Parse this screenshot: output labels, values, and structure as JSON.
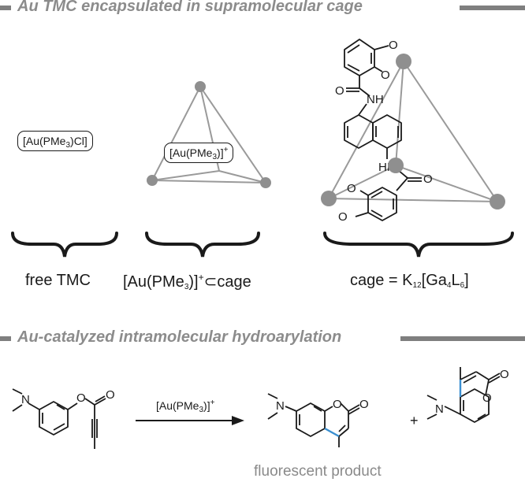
{
  "header": {
    "title": "Au TMC encapsulated in supramolecular cage"
  },
  "panels": {
    "free": {
      "box_label_parts": [
        "[Au(PMe",
        "3",
        ")Cl]"
      ],
      "caption": "free TMC"
    },
    "encapsulated": {
      "box_label_parts": [
        "[Au(PMe",
        "3",
        ")]",
        "+"
      ],
      "caption_parts": [
        "[Au(PMe",
        "3",
        ")]",
        "+",
        "⊂cage"
      ]
    },
    "cage": {
      "caption_parts": [
        "cage = K",
        "12",
        "[Ga",
        "4",
        "L",
        "6",
        "]"
      ],
      "atoms": {
        "O": "O",
        "NH": "NH",
        "HN": "HN"
      }
    }
  },
  "reaction_section": {
    "title": "Au-catalyzed intramolecular hydroarylation",
    "catalyst_parts": [
      "[Au(PMe",
      "3",
      ")]",
      "+"
    ],
    "atoms": {
      "N": "N",
      "O": "O"
    },
    "plus": "+",
    "product_caption": "fluorescent product"
  },
  "colors": {
    "section_gray": "#8c8c8c",
    "cage_edge": "#9a9a9a",
    "vertex": "#8f8f8f",
    "new_bond": "#3a8fd0",
    "ink": "#1a1a1a"
  }
}
